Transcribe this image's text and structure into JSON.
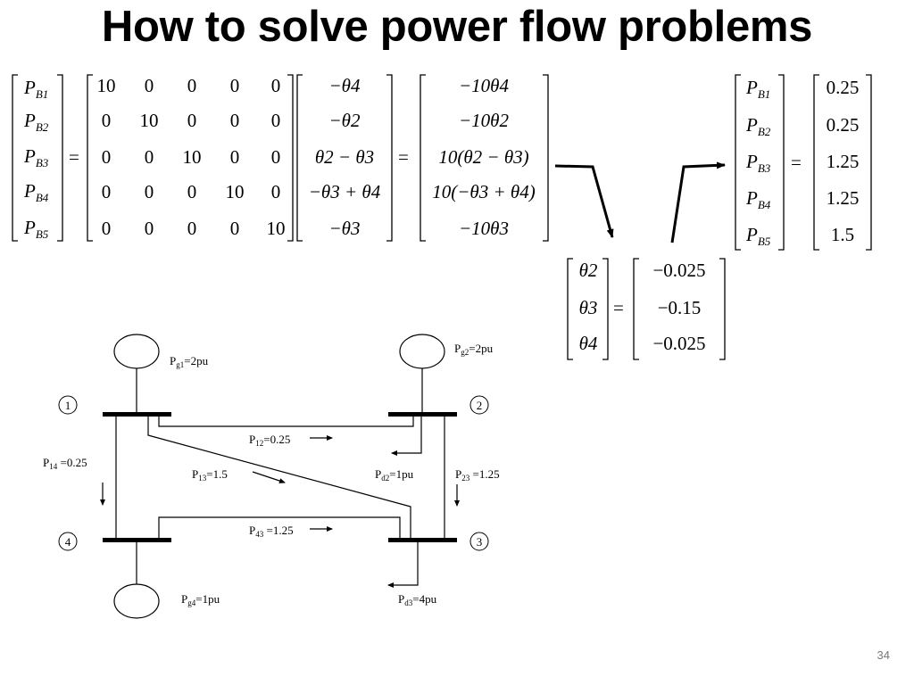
{
  "slide": {
    "title": "How to solve power flow problems",
    "page_number": "34"
  },
  "equation_main": {
    "lhs_vars": [
      "P_B1",
      "P_B2",
      "P_B3",
      "P_B4",
      "P_B5"
    ],
    "b_matrix": [
      [
        "10",
        "0",
        "0",
        "0",
        "0"
      ],
      [
        "0",
        "10",
        "0",
        "0",
        "0"
      ],
      [
        "0",
        "0",
        "10",
        "0",
        "0"
      ],
      [
        "0",
        "0",
        "0",
        "10",
        "0"
      ],
      [
        "0",
        "0",
        "0",
        "0",
        "10"
      ]
    ],
    "angle_vector": [
      "−θ4",
      "−θ2",
      "θ2 − θ3",
      "−θ3 + θ4",
      "−θ3"
    ],
    "result_vector": [
      "−10θ4",
      "−10θ2",
      "10(θ2 − θ3)",
      "10(−θ3 + θ4)",
      "−10θ3"
    ]
  },
  "equation_theta": {
    "vars": [
      "θ2",
      "θ3",
      "θ4"
    ],
    "values": [
      "−0.025",
      "−0.15",
      "−0.025"
    ]
  },
  "equation_power": {
    "vars": [
      "P_B1",
      "P_B2",
      "P_B3",
      "P_B4",
      "P_B5"
    ],
    "values": [
      "0.25",
      "0.25",
      "1.25",
      "1.25",
      "1.5"
    ]
  },
  "diagram": {
    "buses": [
      "1",
      "2",
      "3",
      "4"
    ],
    "pg1": "Pg1=2pu",
    "pg2": "Pg2=2pu",
    "pg4": "Pg4=1pu",
    "pd2": "Pd2=1pu",
    "pd3": "Pd3=4pu",
    "p12": "P12=0.25",
    "p13": "P13=1.5",
    "p14": "P14 =0.25",
    "p23": "P23 =1.25",
    "p43": "P43 =1.25"
  }
}
